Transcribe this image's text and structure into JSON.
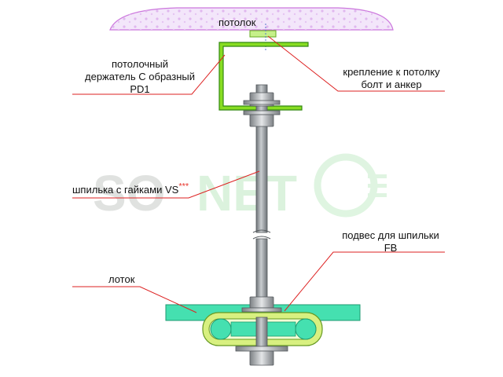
{
  "labels": {
    "ceiling": "потолок",
    "bracket": [
      "потолочный",
      "держатель С образный",
      "PD1"
    ],
    "anchor": [
      "крепление к потолку",
      "болт и анкер"
    ],
    "rod": "шпилька с гайками VS",
    "rod_mark": "***",
    "hanger": [
      "подвес для шпильки",
      "FB"
    ],
    "tray": "лоток"
  },
  "watermark": {
    "part1": "SO",
    "part2": "NET",
    "part1_color": "#c8ccc8",
    "part2_color": "#bfe9c3"
  },
  "colors": {
    "ceiling_fill": "#f3e6fa",
    "ceiling_stroke": "#cc77dd",
    "bracket_green": "#66cc00",
    "leader_red": "#dd2222",
    "tray_teal": "#45e0b0",
    "rod_grey": "#9a9ea2",
    "hanger_yellow_green": "#d8f080"
  }
}
